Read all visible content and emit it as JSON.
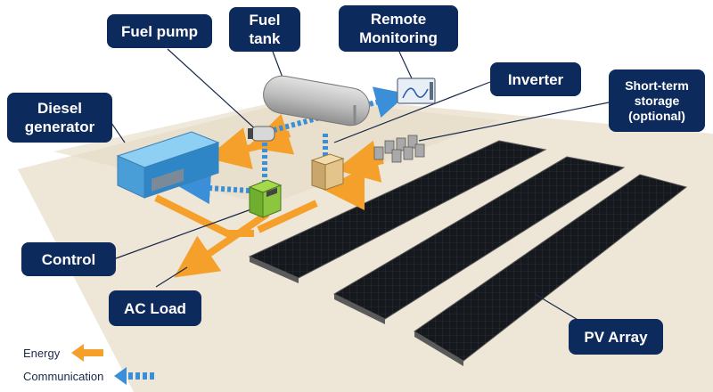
{
  "labels": {
    "fuel_pump": "Fuel pump",
    "fuel_tank": "Fuel\ntank",
    "remote_monitoring": "Remote\nMonitoring",
    "inverter": "Inverter",
    "short_term_storage": "Short-term\nstorage\n(optional)",
    "diesel_generator": "Diesel\ngenerator",
    "control": "Control",
    "ac_load": "AC Load",
    "pv_array": "PV Array"
  },
  "legend": {
    "energy": "Energy",
    "communication": "Communication"
  },
  "colors": {
    "callout_bg": "#0d2a5c",
    "energy": "#f4a02a",
    "communication": "#3a8fd8",
    "ground": "#ede4d2",
    "panel": "#1b1e24"
  }
}
